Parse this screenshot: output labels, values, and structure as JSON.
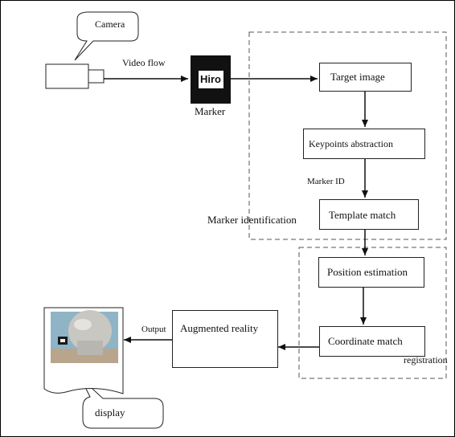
{
  "labels": {
    "camera": "Camera",
    "video_flow": "Video flow",
    "marker_text": "Hiro",
    "marker": "Marker",
    "marker_id": "Marker ID",
    "marker_identification": "Marker identification",
    "registration": "registration",
    "output": "Output",
    "display": "display"
  },
  "boxes": {
    "target_image": "Target image",
    "keypoints_abstraction": "Keypoints abstraction",
    "template_match": "Template match",
    "position_estimation": "Position estimation",
    "coordinate_match": "Coordinate match",
    "augmented_reality": "Augmented reality"
  },
  "colors": {
    "line": "#222222",
    "dashed": "#555555",
    "marker_fill": "#111111"
  },
  "icons": {
    "camera": "camera-icon",
    "marker": "hiro-marker-icon",
    "display": "display-photo-icon"
  }
}
